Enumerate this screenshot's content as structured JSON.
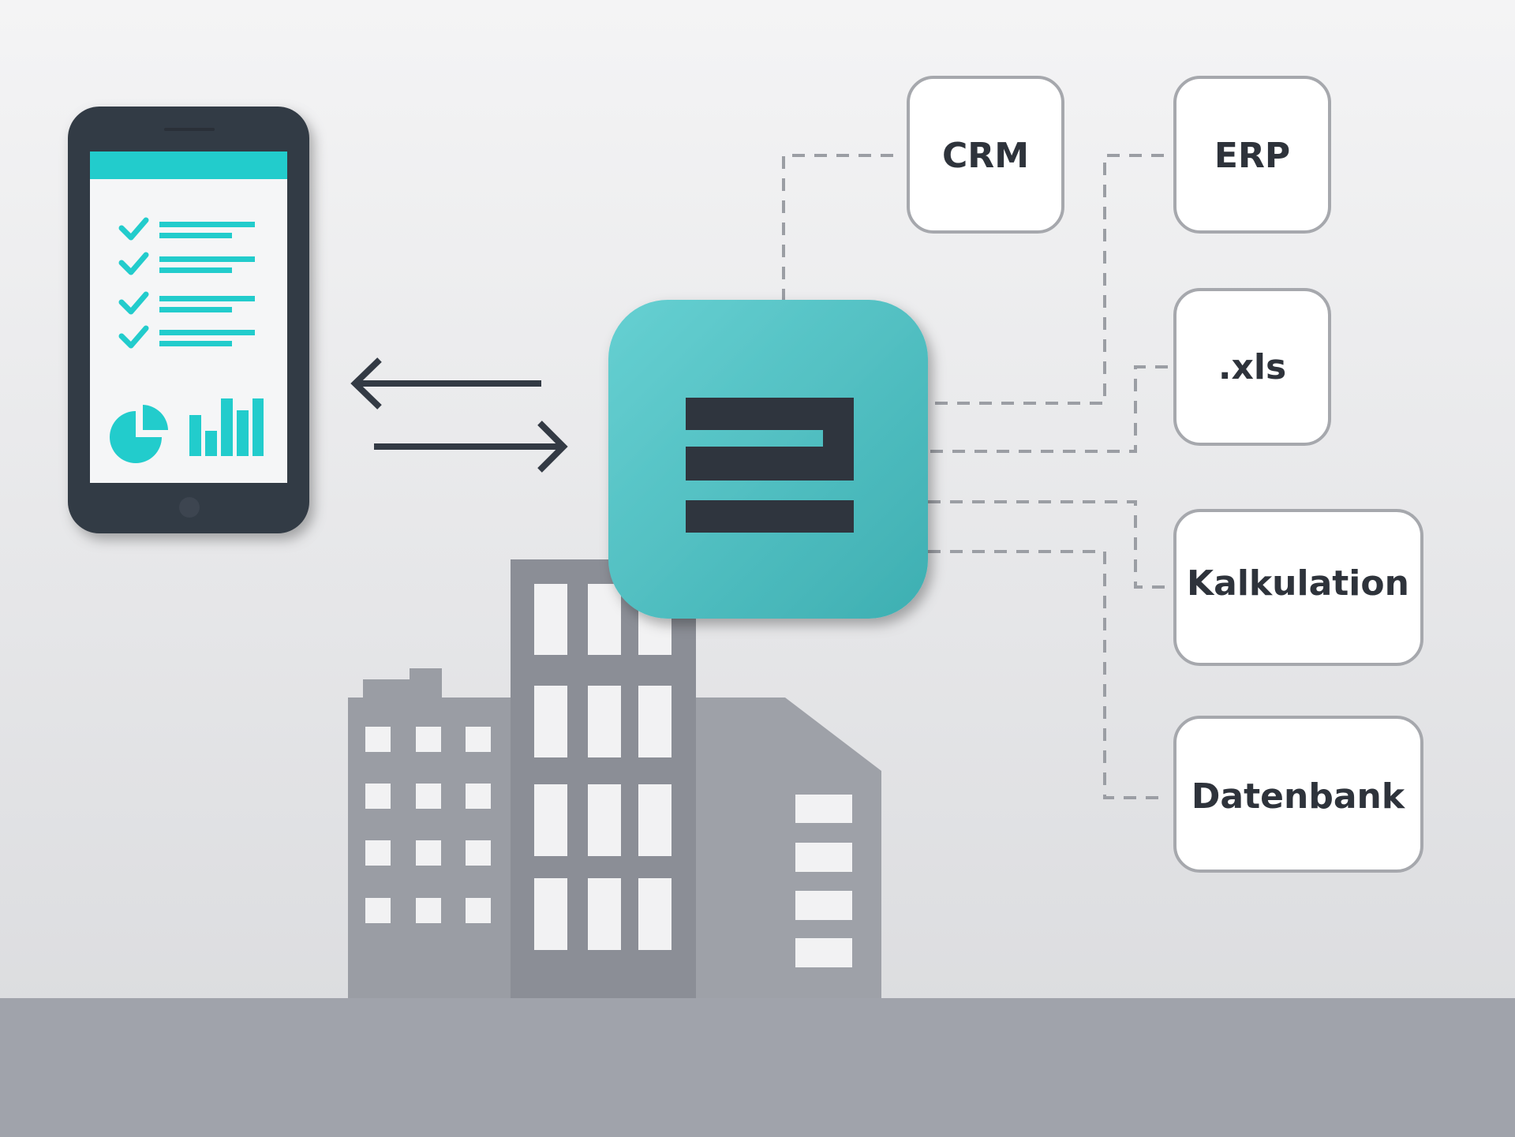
{
  "systems": {
    "crm": "CRM",
    "erp": "ERP",
    "xls": ".xls",
    "kalkulation": "Kalkulation",
    "datenbank": "Datenbank"
  },
  "colors": {
    "accent_teal": "#22cccc",
    "app_icon_teal": "#4dbfc1",
    "dark": "#333a44",
    "building": "#9a9da4",
    "ground": "#a0a3ab"
  },
  "icons": [
    "tablet-icon",
    "checklist-icon",
    "pie-chart-icon",
    "bar-chart-icon",
    "sync-arrows-icon",
    "app-logo-icon",
    "building-icon"
  ]
}
